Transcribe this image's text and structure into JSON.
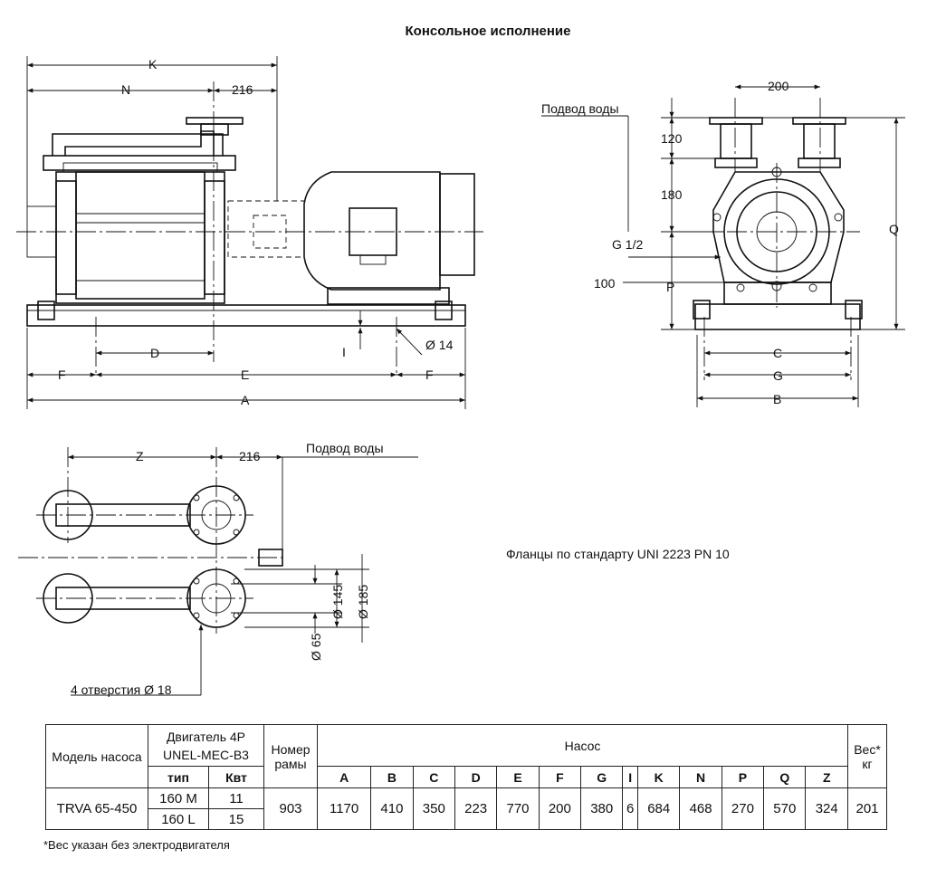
{
  "title": "Консольное исполнение",
  "front_view": {
    "dims": [
      "K",
      "N",
      "216",
      "D",
      "E",
      "F",
      "F",
      "A",
      "I",
      "Ø 14"
    ]
  },
  "side_view": {
    "labels": [
      "Подвод воды",
      "200",
      "120",
      "180",
      "G 1/2",
      "100",
      "P",
      "Q",
      "C",
      "G",
      "B"
    ]
  },
  "top_view": {
    "labels": [
      "Z",
      "216",
      "Подвод воды",
      "Ø 145",
      "Ø 185",
      "Ø 65",
      "4 отверстия Ø 18"
    ]
  },
  "flanges_note": "Фланцы по стандарту UNI 2223 PN 10",
  "table": {
    "model_header": "Модель насоса",
    "motor_header_line1": "Двигатель 4Р",
    "motor_header_line2": "UNEL-MEC-B3",
    "type_header": "тип",
    "kw_header": "Квт",
    "frame_header": "Номер рамы",
    "pump_header": "Насос",
    "weight_header": "Вес* кг",
    "pump_columns": [
      "A",
      "B",
      "C",
      "D",
      "E",
      "F",
      "G",
      "I",
      "K",
      "N",
      "P",
      "Q",
      "Z"
    ],
    "model": "TRVA 65-450",
    "motors": [
      {
        "type": "160 M",
        "kw": "11"
      },
      {
        "type": "160 L",
        "kw": "15"
      }
    ],
    "frame": "903",
    "pump_values": [
      "1170",
      "410",
      "350",
      "223",
      "770",
      "200",
      "380",
      "6",
      "684",
      "468",
      "270",
      "570",
      "324"
    ],
    "weight": "201"
  },
  "footnote": "*Вес указан без электродвигателя"
}
